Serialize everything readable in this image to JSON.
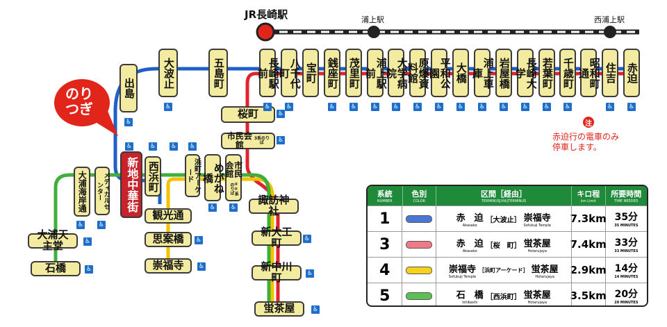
{
  "colors": {
    "route1": "#1f5fc8",
    "route3": "#e0242f",
    "route4": "#f2c200",
    "route5": "#3fae3a",
    "jr": "#222222",
    "jr_main_station": "#e1251b",
    "stop_fill": "#f2eba0",
    "legend_header": "#1f8a3a"
  },
  "jr": {
    "main": "JR長崎駅",
    "urakami": "浦上駅",
    "nishi_urakami": "西浦上駅"
  },
  "transfer": {
    "line1": "のり",
    "line2": "つぎ"
  },
  "stops": {
    "akasako": "赤迫",
    "sumiyoshi": "住吉",
    "showamachidori": "昭和町通",
    "chitosemachi": "千歳町",
    "wakabamachi": "若葉町",
    "nagasaki_daigaku": "長崎大学",
    "iwayabashi": "岩屋橋",
    "urakami_shako": "浦上車庫",
    "ohashi": "大橋",
    "heiwa_koen": "平和公園",
    "genbaku_shiryokan": "原爆資料館",
    "daigaku_byoin": "大学病院",
    "urakami_ekimae": "浦上駅前",
    "moriyamachi": "茂里町",
    "zenza_machi": "銭座町",
    "takara_machi": "宝町",
    "yachiyo_machi": "八千代町",
    "nagasaki_ekimae": "長崎駅前",
    "gotomachi": "五島町",
    "ohato": "大波止",
    "dejima": "出島",
    "shinchi_chukagai": "新地中華街",
    "nishi_hamanomachi_1": "西浜町",
    "medical_center": "メディカルセンター",
    "oura_kaigandori": "大浦海岸通",
    "oura_tenshudo": "大浦天主堂",
    "ishibashi": "石橋",
    "kankodori": "観光通",
    "shianbashi": "思案橋",
    "sofukuji": "崇福寺",
    "hamamachi_arcade": "浜町アーケード",
    "meganebashi": "めがね橋",
    "shimin_kaikan_v": "市民会館",
    "shimin_kaikan_note": "④⑤系のりば",
    "sakuramachi": "桜町",
    "shimin_kaikan_h": "市民会館",
    "shimin_kaikan_h_note": "3系のりば",
    "suwa_jinja": "諏訪神社",
    "shin_daiku_machi": "新大工町",
    "shin_nakagawa_machi": "新中川町",
    "hotarujaya": "蛍茶屋"
  },
  "note": {
    "mark": "注",
    "line1": "赤迫行の電車のみ",
    "line2": "停車します。"
  },
  "accessibility_icon": "wheelchair-icon",
  "legend": {
    "headers": [
      {
        "ja": "系統",
        "en": "NUMBER"
      },
      {
        "ja": "色別",
        "en": "COLOR"
      },
      {
        "ja": "区間［経由］",
        "en": "TERMINUS[VIA]TERMINUS"
      },
      {
        "ja": "キロ程",
        "en": "km Limit"
      },
      {
        "ja": "所要時間",
        "en": "TIME NEEDED"
      }
    ],
    "rows": [
      {
        "number": "1",
        "color": "#4a77d6",
        "from": "赤　迫",
        "from_en": "Akasako",
        "via": "［大波止］",
        "to": "崇福寺",
        "to_en": "Sofukuji Temple",
        "km": "7.3km",
        "time": "35分",
        "time_en": "35 MINUTES"
      },
      {
        "number": "3",
        "color": "#ee7a86",
        "from": "赤　迫",
        "from_en": "Akasako",
        "via": "［桜　町］",
        "to": "蛍茶屋",
        "to_en": "Hotarujaya",
        "km": "7.4km",
        "time": "33分",
        "time_en": "33 MINUTES"
      },
      {
        "number": "4",
        "color": "#f6d21c",
        "from": "崇福寺",
        "from_en": "Sofukuji Temple",
        "via": "［浜町アーケード］",
        "to": "蛍茶屋",
        "to_en": "Hotarujaya",
        "km": "2.9km",
        "time": "14分",
        "time_en": "14 MINUTES"
      },
      {
        "number": "5",
        "color": "#5cc155",
        "from": "石　橋",
        "from_en": "Ishibashi",
        "via": "［西浜町］",
        "to": "蛍茶屋",
        "to_en": "Hotarujaya",
        "km": "3.5km",
        "time": "20分",
        "time_en": "20 MINUTES"
      }
    ]
  }
}
